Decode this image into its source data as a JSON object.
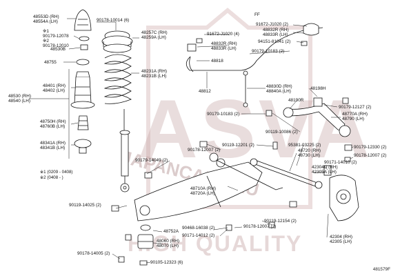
{
  "watermark": {
    "main": "ASVA",
    "url": "JAPANCARS.RU",
    "quality": "HIGH QUALITY"
  },
  "notes": [
    "※1 (0209 - 0408)",
    "※2 (0408 -    )"
  ],
  "diagram_code": "481579F",
  "marker_ff": "FF",
  "labels": [
    {
      "id": "l48553D",
      "lines": [
        "48553D (RH)",
        "48554A (LH)"
      ]
    },
    {
      "id": "l90178_10014",
      "lines": [
        "90178-10014 (6)"
      ]
    },
    {
      "id": "l48257C",
      "lines": [
        "48257C (RH)",
        "48259A (LH)"
      ]
    },
    {
      "id": "l90179_12078",
      "lines": [
        "※1",
        "90179-12078",
        "※2",
        "90178-12010"
      ]
    },
    {
      "id": "l48530B",
      "lines": [
        "48530B"
      ]
    },
    {
      "id": "l48755",
      "lines": [
        "48755"
      ]
    },
    {
      "id": "l48231A",
      "lines": [
        "48231A (RH)",
        "48231B (LH)"
      ]
    },
    {
      "id": "l48530",
      "lines": [
        "48530 (RH)",
        "48540 (LH)"
      ]
    },
    {
      "id": "l48401",
      "lines": [
        "48401 (RH)",
        "48402 (LH)"
      ]
    },
    {
      "id": "l48750H",
      "lines": [
        "48750H (RH)",
        "48760B (LH)"
      ]
    },
    {
      "id": "l48341A",
      "lines": [
        "48341A (RH)",
        "48341B (LH)"
      ]
    },
    {
      "id": "l91672_J1020",
      "lines": [
        "91672-J1020 (4)"
      ]
    },
    {
      "id": "l48832R",
      "lines": [
        "48832R (RH)",
        "48833R (LH)"
      ]
    },
    {
      "id": "l48818",
      "lines": [
        "48818"
      ]
    },
    {
      "id": "l48812",
      "lines": [
        "48812"
      ]
    },
    {
      "id": "l91672_J1020b",
      "lines": [
        "91672-J1020 (2)"
      ]
    },
    {
      "id": "l48832Rb",
      "lines": [
        "48832R (RH)",
        "48833R (LH)"
      ]
    },
    {
      "id": "l94151",
      "lines": [
        "94151-81041 (2)"
      ]
    },
    {
      "id": "l90179_10183a",
      "lines": [
        "90179-10183 (2)"
      ]
    },
    {
      "id": "l48830D",
      "lines": [
        "48830D (RH)",
        "48840A (LH)"
      ]
    },
    {
      "id": "l48198H",
      "lines": [
        "48198H"
      ]
    },
    {
      "id": "l48190R",
      "lines": [
        "48190R"
      ]
    },
    {
      "id": "l90179_12127",
      "lines": [
        "90179-12127 (2)"
      ]
    },
    {
      "id": "l48770A",
      "lines": [
        "48770A (RH)",
        "48790 (LH)"
      ]
    },
    {
      "id": "l90179_10183b",
      "lines": [
        "90179-10183 (2)"
      ]
    },
    {
      "id": "l90119_10086",
      "lines": [
        "90119-10086 (2)"
      ]
    },
    {
      "id": "l90119_12201",
      "lines": [
        "90119-12201 (2)"
      ]
    },
    {
      "id": "l90179_12330",
      "lines": [
        "90179-12330 (2)"
      ]
    },
    {
      "id": "l95381",
      "lines": [
        "95381-03225 (2)"
      ]
    },
    {
      "id": "l48720",
      "lines": [
        "48720 (RH)",
        "48730 (LH)"
      ]
    },
    {
      "id": "l90178_12007r",
      "lines": [
        "90178-12007 (2)"
      ]
    },
    {
      "id": "l90178_12007a",
      "lines": [
        "90178-12007 (2)"
      ]
    },
    {
      "id": "l90179_14049",
      "lines": [
        "90179-14049 (2)"
      ]
    },
    {
      "id": "l90171_14010a",
      "lines": [
        "90171-14010 (2)"
      ]
    },
    {
      "id": "l42304D",
      "lines": [
        "42304D (RH)",
        "42305A (LH)"
      ]
    },
    {
      "id": "l48710A",
      "lines": [
        "48710A (RH)",
        "48720A (LH)"
      ]
    },
    {
      "id": "l90119_14025",
      "lines": [
        "90119-14025 (2)"
      ]
    },
    {
      "id": "l90119_12154",
      "lines": [
        "90119-12154 (2)"
      ]
    },
    {
      "id": "l48752A",
      "lines": [
        "48752A"
      ]
    },
    {
      "id": "l90468",
      "lines": [
        "90468-16038 (2)"
      ]
    },
    {
      "id": "l90171_14012",
      "lines": [
        "90171-14012 (2)"
      ]
    },
    {
      "id": "l90178_12007b",
      "lines": [
        "90178-12007 (2)"
      ]
    },
    {
      "id": "l48060",
      "lines": [
        "48060 (RH)",
        "48070 (LH)"
      ]
    },
    {
      "id": "l42304",
      "lines": [
        "42304 (RH)",
        "42305 (LH)"
      ]
    },
    {
      "id": "l90178_14005",
      "lines": [
        "90178-14005 (2)"
      ]
    },
    {
      "id": "l90105_12323",
      "lines": [
        "90105-12323 (6)"
      ]
    }
  ]
}
